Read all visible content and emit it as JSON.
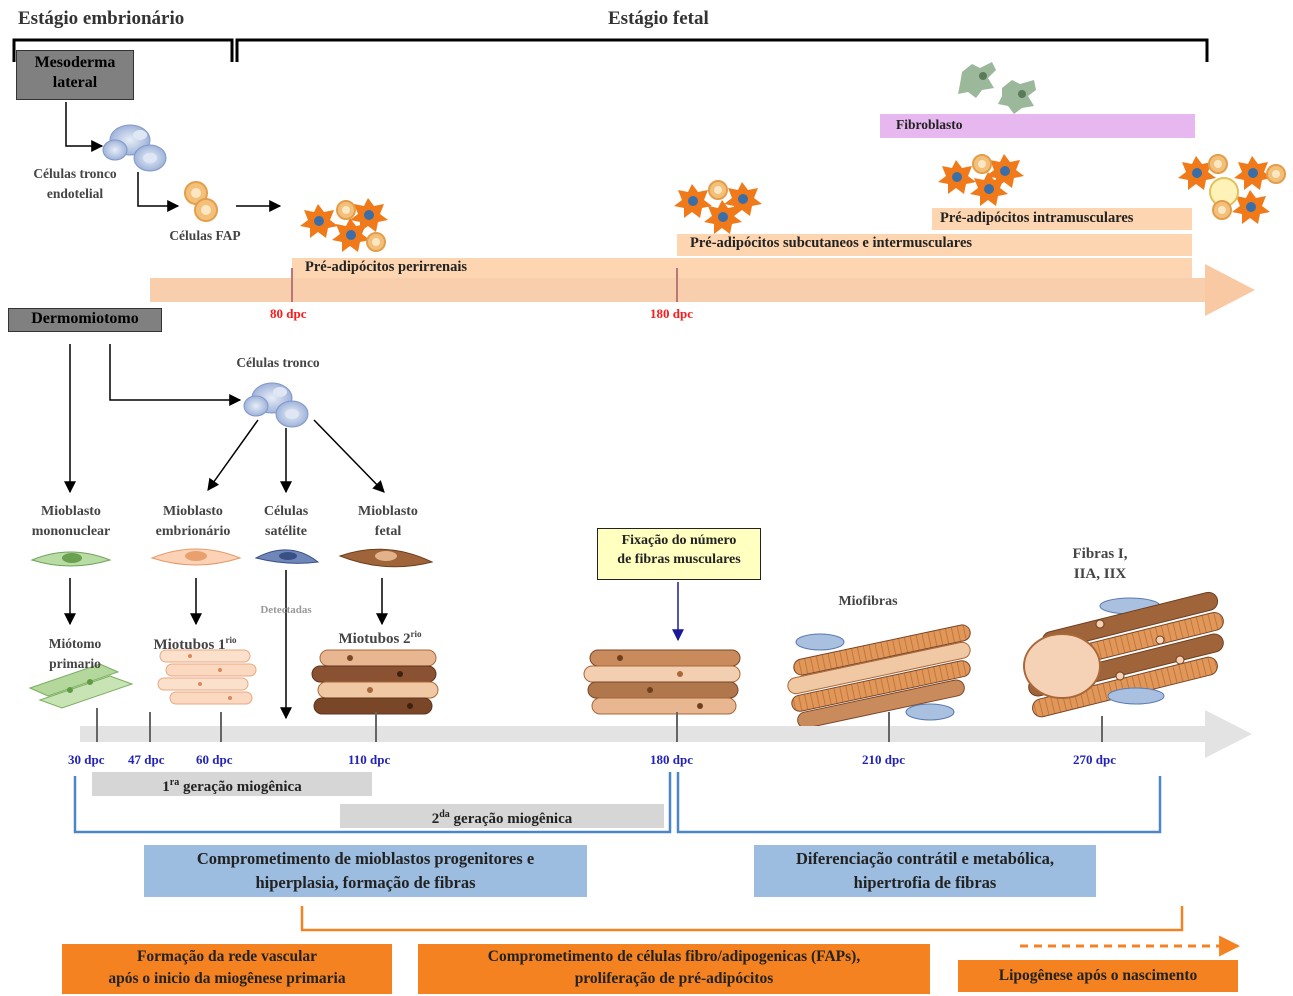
{
  "stages": {
    "embryonic": "Estágio embrionário",
    "fetal": "Estágio fetal"
  },
  "sources": {
    "lateral_mesoderm": "Mesoderma\nlateral",
    "dermomyotome": "Dermomiotomo"
  },
  "adipogenic": {
    "endothelial_stem": "Células tronco\nendotelial",
    "fap_cells": "Células FAP",
    "fibroblast": "Fibroblasto",
    "perirenal": "Pré-adipócitos perirrenais",
    "subcutaneous": "Pré-adipócitos subcutaneos e intermusculares",
    "intramuscular": "Pré-adipócitos intramusculares",
    "markers": [
      "80 dpc",
      "180 dpc"
    ]
  },
  "myogenic": {
    "stem_cells": "Células tronco",
    "mononuclear": "Mioblasto\nmononuclear",
    "embryonic": "Mioblasto\nembrionário",
    "satellite": "Células\nsatélite",
    "fetal": "Mioblasto\nfetal",
    "primary_myotome": "Miótomo\nprimario",
    "myotubes1_base": "Miotubos 1",
    "myotubes1_sup": "rio",
    "myotubes2_base": "Miotubos 2",
    "myotubes2_sup": "rio",
    "detected": "Detectadas",
    "fixation": "Fixação do número\nde fibras musculares",
    "myofibers": "Miofibras",
    "fiber_types": "Fibras I,\nIIA, IIX"
  },
  "timeline": [
    "30 dpc",
    "47 dpc",
    "60 dpc",
    "110 dpc",
    "180 dpc",
    "210 dpc",
    "270 dpc"
  ],
  "generations": {
    "first_num": "1",
    "first_sup": "ra",
    "first_text": " geração miogênica",
    "second_num": "2",
    "second_sup": "da",
    "second_text": " geração miogênica"
  },
  "outcomes": {
    "left": "Comprometimento de mioblastos progenitores e\nhiperplasia, formação de fibras",
    "right": "Diferenciação contrátil e metabólica,\nhipertrofia de fibras"
  },
  "orange_notes": {
    "vascular": "Formação da rede vascular\napós o inicio da miogênese primaria",
    "faps": "Comprometimento de células fibro/adipogenicas (FAPs),\nproliferação de pré-adipócitos",
    "lipogenesis": "Lipogênese após o nascimento"
  },
  "colors": {
    "timeline_band": "#f8c9a3",
    "preadipocyte_bar": "#fdd5b0",
    "fibroblast_bar": "#e7b8f0",
    "myo_arrow": "#e3e3e3",
    "blue_box": "#9cbde0",
    "orange_box": "#f58220",
    "dpc_red": "#ff1a1a",
    "dpc_blue": "#2222bb"
  }
}
